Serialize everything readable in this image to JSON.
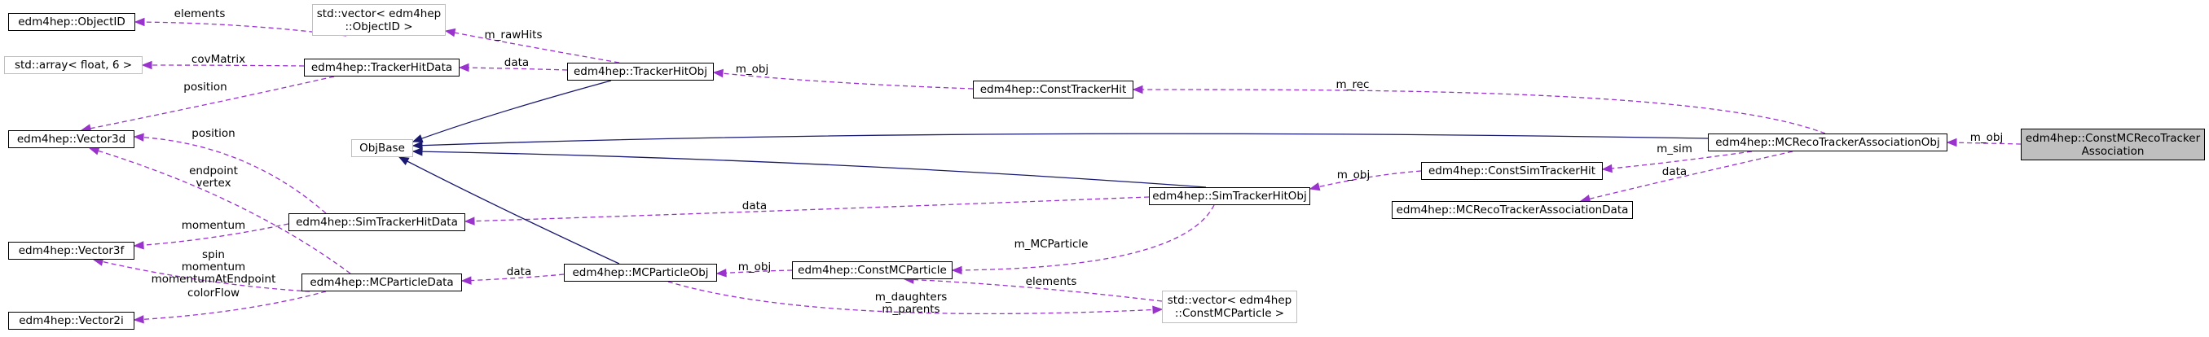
{
  "nodes": {
    "object_id": "edm4hep::ObjectID",
    "vector_objectid": "std::vector< edm4hep\n::ObjectID >",
    "array_float6": "std::array< float, 6 >",
    "tracker_hit_data": "edm4hep::TrackerHitData",
    "tracker_hit_obj": "edm4hep::TrackerHitObj",
    "const_tracker_hit": "edm4hep::ConstTrackerHit",
    "vector3d": "edm4hep::Vector3d",
    "obj_base": "ObjBase",
    "sim_tracker_hit_data": "edm4hep::SimTrackerHitData",
    "vector3f": "edm4hep::Vector3f",
    "mc_particle_data": "edm4hep::MCParticleData",
    "vector2i": "edm4hep::Vector2i",
    "mc_particle_obj": "edm4hep::MCParticleObj",
    "const_mc_particle": "edm4hep::ConstMCParticle",
    "vector_const_mc_particle": "std::vector< edm4hep\n::ConstMCParticle >",
    "sim_tracker_hit_obj": "edm4hep::SimTrackerHitObj",
    "const_sim_tracker_hit": "edm4hep::ConstSimTrackerHit",
    "mc_reco_tracker_association_obj": "edm4hep::MCRecoTrackerAssociationObj",
    "mc_reco_tracker_association_data": "edm4hep::MCRecoTrackerAssociationData",
    "const_mc_reco_tracker_association": "edm4hep::ConstMCRecoTracker\nAssociation"
  },
  "edge_labels": {
    "elements_top": "elements",
    "m_raw_hits": "m_rawHits",
    "cov_matrix": "covMatrix",
    "data_thd": "data",
    "m_obj_thobj": "m_obj",
    "m_rec": "m_rec",
    "position_thd": "position",
    "position_sthd": "position",
    "endpoint_vertex": "endpoint\nvertex",
    "momentum_sthd": "momentum",
    "spin_momentum": "spin\nmomentum\nmomentumAtEndpoint",
    "color_flow": "colorFlow",
    "data_sthd": "data",
    "data_mcpd": "data",
    "m_obj_mcp": "m_obj",
    "m_mc_particle": "m_MCParticle",
    "elements_bottom": "elements",
    "daughters_parents": "m_daughters\nm_parents",
    "m_obj_sim": "m_obj",
    "m_sim": "m_sim",
    "data_assoc": "data",
    "m_obj_assoc": "m_obj"
  },
  "colors": {
    "inheritance_edge": "#191970",
    "usage_edge": "#9a32cd",
    "node_border": "#000000",
    "external_node_border": "#bfbfbf",
    "highlight_fill": "#bfbfbf"
  }
}
